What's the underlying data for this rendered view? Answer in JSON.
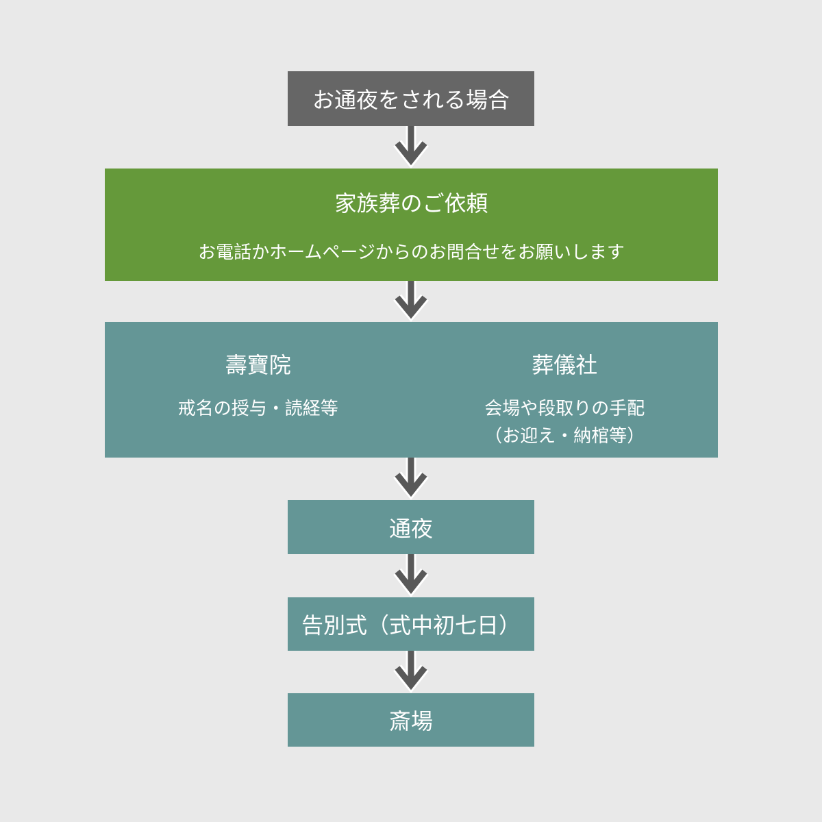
{
  "diagram": {
    "type": "flowchart",
    "orientation": "vertical",
    "colors": {
      "background": "#e9e9e9",
      "header_box": "#666666",
      "request_box": "#65993a",
      "process_box": "#649696",
      "arrow": "#595959",
      "arrow_outline": "#ffffff",
      "text": "#ffffff"
    },
    "flow": {
      "start": {
        "label": "お通夜をされる場合"
      },
      "request": {
        "title": "家族葬のご依頼",
        "subtitle": "お電話かホームページからのお問合せをお願いします"
      },
      "parallel": {
        "left": {
          "title": "壽寶院",
          "subtitle": "戒名の授与・読経等"
        },
        "right": {
          "title": "葬儀社",
          "subtitle_line1": "会場や段取りの手配",
          "subtitle_line2": "（お迎え・納棺等）"
        }
      },
      "tsuya": {
        "label": "通夜"
      },
      "kokubetsu": {
        "label": "告別式（式中初七日）"
      },
      "saijo": {
        "label": "斎場"
      }
    }
  }
}
